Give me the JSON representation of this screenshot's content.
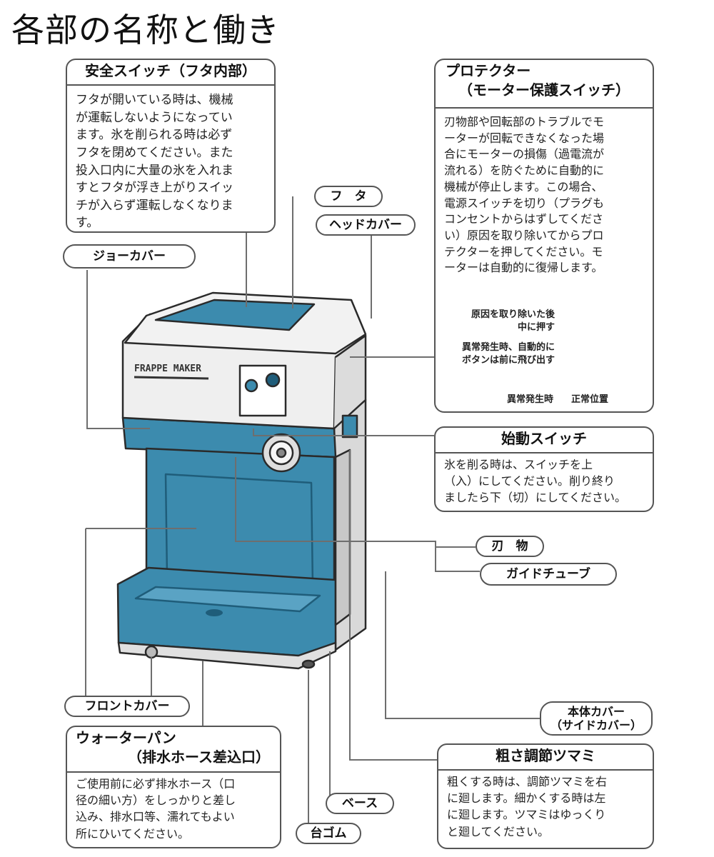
{
  "title": "各部の名称と働き",
  "colors": {
    "body_blue": "#3c8bae",
    "body_blue_dark": "#1f5d7a",
    "head_white": "#efefef",
    "outline": "#2a2a2a"
  },
  "safety_switch": {
    "title": "安全スイッチ（フタ内部）",
    "lines": [
      "フタが開いている時は、機械",
      "が運転しないようになってい",
      "ます。氷を削られる時は必ず",
      "フタを閉めてください。また",
      "投入口内に大量の氷を入れま",
      "すとフタが浮き上がりスイッ",
      "チが入らず運転しなくなりま",
      "す。"
    ]
  },
  "protector": {
    "title_line1": "プロテクター",
    "title_line2": "（モーター保護スイッチ）",
    "lines": [
      "刃物部や回転部のトラブルでモ",
      "ーターが回転できなくなった場",
      "合にモーターの損傷（過電流が",
      "流れる）を防ぐために自動的に",
      "機械が停止します。この場合、",
      "電源スイッチを切り（プラグも",
      "コンセントからはずしてくださ",
      "い）原因を取り除いてからプロ",
      "テクターを押してください。モ",
      "ーターは自動的に復帰します。"
    ],
    "inset": {
      "press_label_1": "原因を取り除いた後",
      "press_label_2": "中に押す",
      "popout_label_1": "異常発生時、自動的に",
      "popout_label_2": "ボタンは前に飛び出す",
      "abnormal_label": "異常発生時",
      "normal_label": "正常位置"
    }
  },
  "start_switch": {
    "title": "始動スイッチ",
    "lines": [
      "氷を削る時は、スイッチを上",
      "（入）にしてください。削り終り",
      "ましたら下（切）にしてください。"
    ]
  },
  "water_pan": {
    "title_line1": "ウォーターパン",
    "title_line2": "（排水ホース差込口）",
    "lines": [
      "ご使用前に必ず排水ホース（口",
      "径の細い方）をしっかりと差し",
      "込み、排水口等、濡れてもよい",
      "所にひいてください。"
    ]
  },
  "coarse_knob": {
    "title": "粗さ調節ツマミ",
    "lines": [
      "粗くする時は、調節ツマミを右",
      "に廻します。細かくする時は左",
      "に廻します。ツマミはゆっくり",
      "と廻してください。"
    ]
  },
  "labels": {
    "lid": "フ　タ",
    "head_cover": "ヘッドカバー",
    "jaw_cover": "ジョーカバー",
    "blade": "刃　物",
    "guide_tube": "ガイドチューブ",
    "front_cover": "フロントカバー",
    "body_cover_1": "本体カバー",
    "body_cover_2": "（サイドカバー）",
    "base": "ベース",
    "rubber_feet": "台ゴム"
  },
  "machine": {
    "brand": "FRAPPE MAKER"
  }
}
